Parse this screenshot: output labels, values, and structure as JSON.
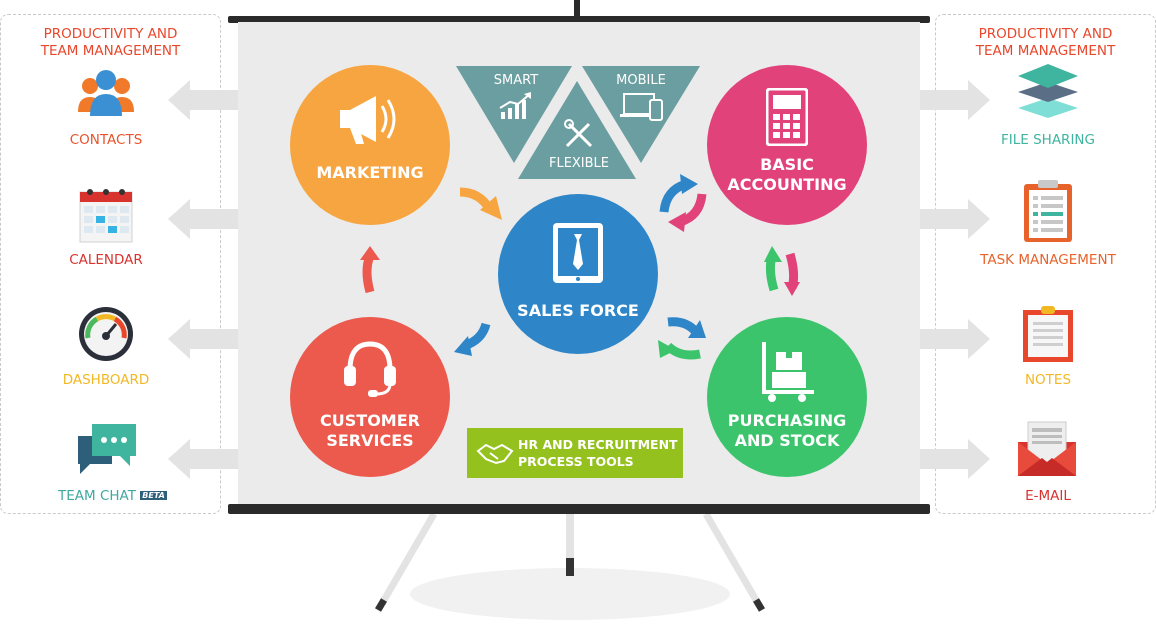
{
  "left_panel": {
    "title": "PRODUCTIVITY AND\nTEAM MANAGEMENT",
    "items": [
      {
        "label": "CONTACTS",
        "icon": "contacts-icon",
        "color": "#e8542c"
      },
      {
        "label": "CALENDAR",
        "icon": "calendar-icon",
        "color": "#d8332f"
      },
      {
        "label": "DASHBOARD",
        "icon": "dashboard-icon",
        "color": "#f2b824"
      },
      {
        "label": "TEAM CHAT",
        "badge": "BETA",
        "icon": "team-chat-icon",
        "color": "#3fa9a0"
      }
    ]
  },
  "right_panel": {
    "title": "PRODUCTIVITY AND\nTEAM MANAGEMENT",
    "items": [
      {
        "label": "FILE SHARING",
        "icon": "file-sharing-icon",
        "color": "#3fb5a0"
      },
      {
        "label": "TASK MANAGEMENT",
        "icon": "task-management-icon",
        "color": "#e8632c"
      },
      {
        "label": "NOTES",
        "icon": "notes-icon",
        "color": "#f2b824"
      },
      {
        "label": "E-MAIL",
        "icon": "email-icon",
        "color": "#d8332f"
      }
    ]
  },
  "modules": {
    "marketing": {
      "label": "MARKETING",
      "color": "#f7a541"
    },
    "basic_accounting": {
      "label": "BASIC\nACCOUNTING",
      "color": "#e2427a"
    },
    "sales_force": {
      "label": "SALES FORCE",
      "color": "#2e86c8"
    },
    "customer_services": {
      "label": "CUSTOMER\nSERVICES",
      "color": "#ec5a4e"
    },
    "purchasing_stock": {
      "label": "PURCHASING\nAND STOCK",
      "color": "#3cc46d"
    }
  },
  "features": {
    "smart": "SMART",
    "mobile": "MOBILE",
    "flexible": "FLEXIBLE",
    "color": "#6b9ea0"
  },
  "hr": {
    "label": "HR AND RECRUITMENT\nPROCESS TOOLS",
    "color": "#95c11f"
  }
}
